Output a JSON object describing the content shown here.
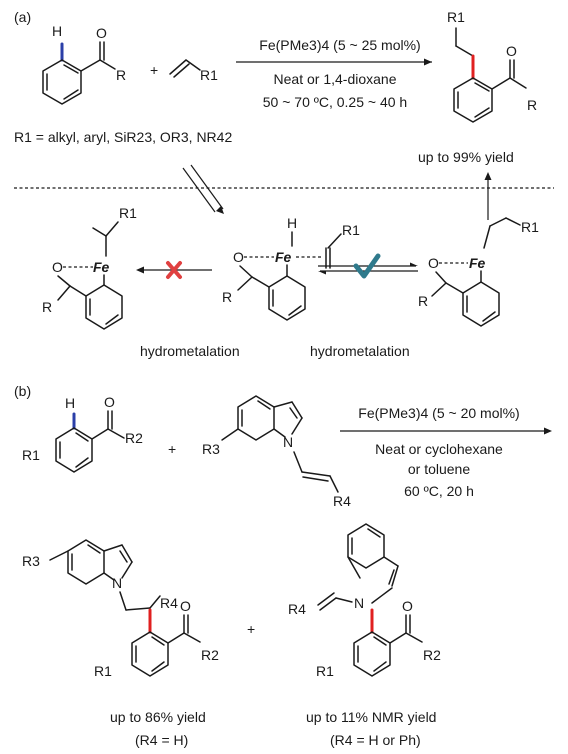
{
  "panel_a": {
    "label": "(a)",
    "reactant_H": "H",
    "reactant_O": "O",
    "reactant_R": "R",
    "plus": "+",
    "alkene_R1": "R1",
    "conditions": {
      "catalyst": "Fe(PMe3)4 (5 ~ 25 mol%)",
      "solvent": "Neat or 1,4-dioxane",
      "temperature_time": "50 ~ 70 ºC, 0.25 ~ 40 h"
    },
    "r1_definition": "R1 = alkyl, aryl, SiR23, OR3, NR42",
    "product_R1": "R1",
    "product_O": "O",
    "product_R": "R",
    "yield": "up to 99% yield",
    "intermediates": {
      "left_R1": "R1",
      "left_O": "O",
      "left_Fe": "Fe",
      "left_R": "R",
      "center_H": "H",
      "center_Fe": "Fe",
      "center_O": "O",
      "center_R": "R",
      "center_R1": "R1",
      "right_O": "O",
      "right_Fe": "Fe",
      "right_R": "R",
      "right_R1": "R1"
    },
    "label_hydrometalation_left": "hydrometalation",
    "label_hydrometalation_right": "hydrometalation"
  },
  "panel_b": {
    "label": "(b)",
    "reactant_H": "H",
    "reactant_O": "O",
    "reactant_R1": "R1",
    "reactant_R2": "R2",
    "plus": "+",
    "indole_R3": "R3",
    "indole_N": "N",
    "indole_R4": "R4",
    "conditions": {
      "catalyst": "Fe(PMe3)4 (5 ~ 20 mol%)",
      "solvent_line1": "Neat or cyclohexane",
      "solvent_line2": "or toluene",
      "temperature_time": "60 ºC, 20 h"
    },
    "product1": {
      "R3": "R3",
      "N": "N",
      "R4": "R4",
      "O": "O",
      "R1": "R1",
      "R2": "R2",
      "yield": "up to 86% yield",
      "note": "(R4 = H)"
    },
    "plus2": "+",
    "product2": {
      "R4": "R4",
      "N": "N",
      "O": "O",
      "R1": "R1",
      "R2": "R2",
      "yield": "up to 11% NMR yield",
      "note": "(R4 = H or Ph)"
    }
  }
}
